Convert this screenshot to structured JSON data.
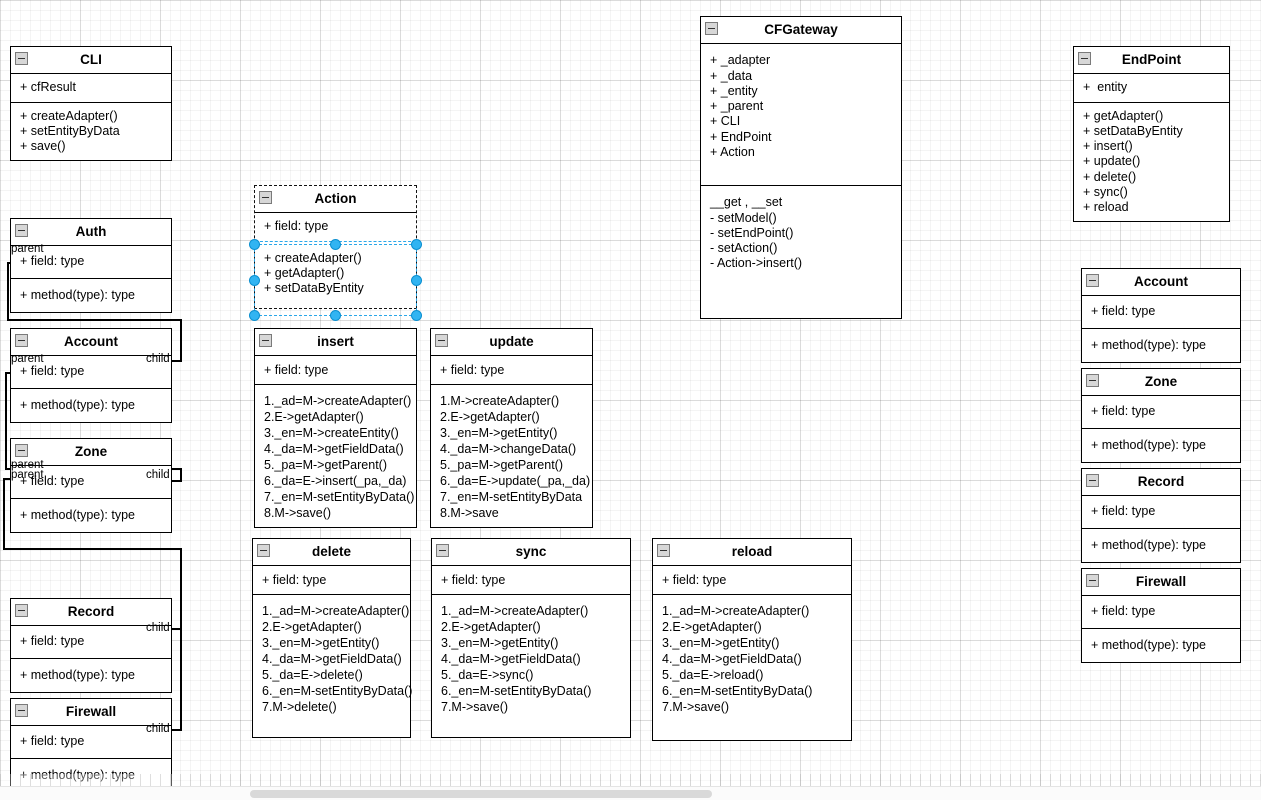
{
  "diagram": {
    "type": "uml-class-diagram",
    "collapse_icon": "minus-box-icon"
  },
  "classes": {
    "cli": {
      "name": "CLI",
      "attributes": [
        "+ cfResult"
      ],
      "methods": [
        "+ createAdapter()",
        "+ setEntityByData",
        "+ save()"
      ]
    },
    "cfgateway": {
      "name": "CFGateway",
      "attributes": [
        "+ _adapter",
        "+ _data",
        "+ _entity",
        "+ _parent",
        "+ CLI",
        "+ EndPoint",
        "+ Action"
      ],
      "methods": [
        "__get , __set",
        "- setModel()",
        "- setEndPoint()",
        "- setAction()",
        "- Action->insert()"
      ]
    },
    "endpoint": {
      "name": "EndPoint",
      "attributes": [
        "+  entity"
      ],
      "methods": [
        "+ getAdapter()",
        "+ setDataByEntity",
        "+ insert()",
        "+ update()",
        "+ delete()",
        "+ sync()",
        "+ reload"
      ]
    },
    "action": {
      "name": "Action",
      "attributes": [
        "+ field: type"
      ],
      "methods": [
        "+ createAdapter()",
        "+ getAdapter()",
        "+ setDataByEntity"
      ],
      "selected": true
    },
    "insert": {
      "name": "insert",
      "attributes": [
        "+ field: type"
      ],
      "methods": [
        "1._ad=M->createAdapter()",
        "2.E->getAdapter()",
        "3._en=M->createEntity()",
        "4._da=M->getFieldData()",
        "5._pa=M->getParent()",
        "6._da=E->insert(_pa,_da)",
        "7._en=M-setEntityByData()",
        "8.M->save()"
      ]
    },
    "update": {
      "name": "update",
      "attributes": [
        "+ field: type"
      ],
      "methods": [
        "1.M->createAdapter()",
        "2.E->getAdapter()",
        "3._en=M->getEntity()",
        "4._da=M->changeData()",
        "5._pa=M->getParent()",
        "6._da=E->update(_pa,_da)",
        "7._en=M-setEntityByData",
        "8.M->save"
      ]
    },
    "delete": {
      "name": "delete",
      "attributes": [
        "+ field: type"
      ],
      "methods": [
        "1._ad=M->createAdapter()",
        "2.E->getAdapter()",
        "3._en=M->getEntity()",
        "4._da=M->getFieldData()",
        "5._da=E->delete()",
        "6._en=M-setEntityByData()",
        "7.M->delete()"
      ]
    },
    "sync": {
      "name": "sync",
      "attributes": [
        "+ field: type"
      ],
      "methods": [
        "1._ad=M->createAdapter()",
        "2.E->getAdapter()",
        "3._en=M->getEntity()",
        "4._da=M->getFieldData()",
        "5._da=E->sync()",
        "6._en=M-setEntityByData()",
        "7.M->save()"
      ]
    },
    "reload": {
      "name": "reload",
      "attributes": [
        "+ field: type"
      ],
      "methods": [
        "1._ad=M->createAdapter()",
        "2.E->getAdapter()",
        "3._en=M->getEntity()",
        "4._da=M->getFieldData()",
        "5._da=E->reload()",
        "6._en=M-setEntityByData()",
        "7.M->save()"
      ]
    },
    "auth_left": {
      "name": "Auth",
      "attributes": [
        "+ field: type"
      ],
      "methods": [
        "+ method(type): type"
      ]
    },
    "account_left": {
      "name": "Account",
      "attributes": [
        "+ field: type"
      ],
      "methods": [
        "+ method(type): type"
      ]
    },
    "zone_left": {
      "name": "Zone",
      "attributes": [
        "+ field: type"
      ],
      "methods": [
        "+ method(type): type"
      ]
    },
    "record_left": {
      "name": "Record",
      "attributes": [
        "+ field: type"
      ],
      "methods": [
        "+ method(type): type"
      ]
    },
    "firewall_left": {
      "name": "Firewall",
      "attributes": [
        "+ field: type"
      ],
      "methods": [
        "+ method(type): type"
      ]
    },
    "account_right": {
      "name": "Account",
      "attributes": [
        "+ field: type"
      ],
      "methods": [
        "+ method(type): type"
      ]
    },
    "zone_right": {
      "name": "Zone",
      "attributes": [
        "+ field: type"
      ],
      "methods": [
        "+ method(type): type"
      ]
    },
    "record_right": {
      "name": "Record",
      "attributes": [
        "+ field: type"
      ],
      "methods": [
        "+ method(type): type"
      ]
    },
    "firewall_right": {
      "name": "Firewall",
      "attributes": [
        "+ field: type"
      ],
      "methods": [
        "+ method(type): type"
      ]
    }
  },
  "edge_labels": {
    "auth_parent": "parent",
    "account_parent": "parent",
    "account_child": "child",
    "zone_parent_a": "parent",
    "zone_parent_b": "parent",
    "zone_child": "child",
    "record_child": "child",
    "firewall_child": "child"
  },
  "colors": {
    "selection_handle": "#31b4f2",
    "selection_border": "#2ba7e8",
    "class_border": "#000000",
    "grid_minor": "#f0f0f0",
    "grid_major": "#e3e3e3"
  },
  "scrollbar": {
    "orientation": "horizontal"
  }
}
